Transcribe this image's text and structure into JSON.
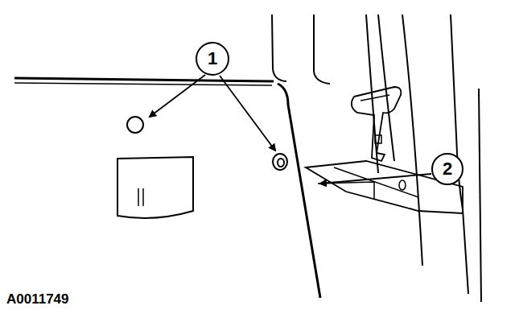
{
  "diagram": {
    "nodes": [
      {
        "text": [
          "1"
        ]
      },
      {
        "text": [
          "2"
        ]
      }
    ],
    "labels": [
      "A0011749"
    ]
  }
}
